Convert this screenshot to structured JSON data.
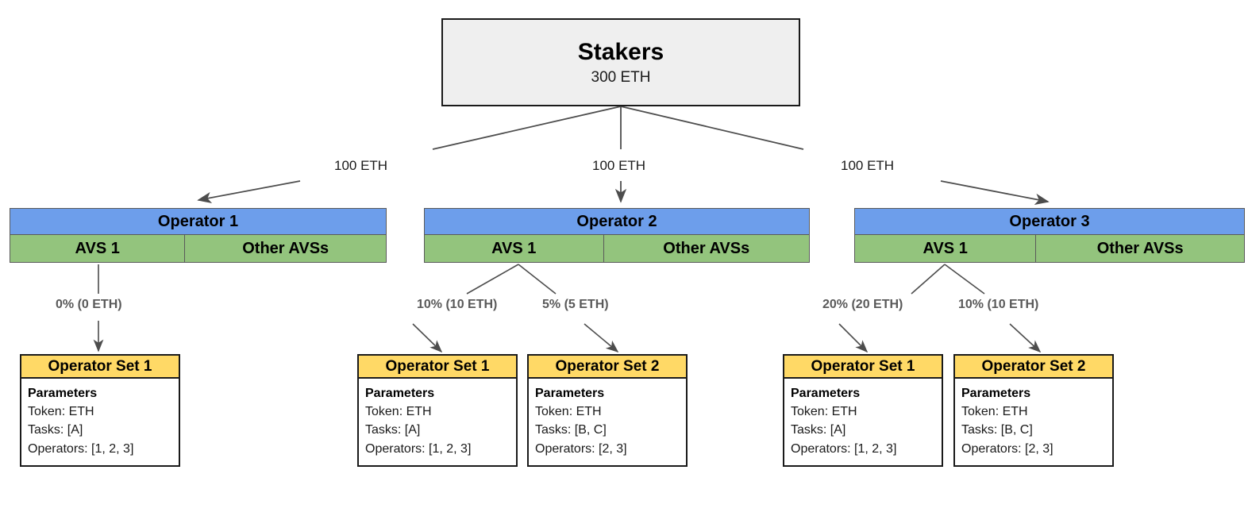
{
  "diagram": {
    "title_node": {
      "label": "Stakers",
      "amount": "300 ETH"
    },
    "stake_edges": [
      {
        "label": "100 ETH"
      },
      {
        "label": "100 ETH"
      },
      {
        "label": "100 ETH"
      }
    ],
    "operators": [
      {
        "name": "Operator 1",
        "avs_primary": "AVS 1",
        "avs_other": "Other AVSs",
        "allocations": [
          {
            "label": "0% (0 ETH)"
          }
        ],
        "operator_sets": [
          {
            "title": "Operator Set 1",
            "params_heading": "Parameters",
            "token": "Token: ETH",
            "tasks": "Tasks: [A]",
            "operators": "Operators: [1, 2, 3]"
          }
        ]
      },
      {
        "name": "Operator 2",
        "avs_primary": "AVS 1",
        "avs_other": "Other AVSs",
        "allocations": [
          {
            "label": "10% (10 ETH)"
          },
          {
            "label": "5% (5 ETH)"
          }
        ],
        "operator_sets": [
          {
            "title": "Operator Set 1",
            "params_heading": "Parameters",
            "token": "Token: ETH",
            "tasks": "Tasks: [A]",
            "operators": "Operators: [1, 2, 3]"
          },
          {
            "title": "Operator Set 2",
            "params_heading": "Parameters",
            "token": "Token: ETH",
            "tasks": "Tasks: [B, C]",
            "operators": "Operators: [2, 3]"
          }
        ]
      },
      {
        "name": "Operator 3",
        "avs_primary": "AVS 1",
        "avs_other": "Other AVSs",
        "allocations": [
          {
            "label": "20% (20 ETH)"
          },
          {
            "label": "10% (10 ETH)"
          }
        ],
        "operator_sets": [
          {
            "title": "Operator Set 1",
            "params_heading": "Parameters",
            "token": "Token: ETH",
            "tasks": "Tasks: [A]",
            "operators": "Operators: [1, 2, 3]"
          },
          {
            "title": "Operator Set 2",
            "params_heading": "Parameters",
            "token": "Token: ETH",
            "tasks": "Tasks: [B, C]",
            "operators": "Operators: [2, 3]"
          }
        ]
      }
    ],
    "colors": {
      "staker_fill": "#EFEFEF",
      "operator_fill": "#6D9EEB",
      "avs_fill": "#93C47D",
      "operator_set_fill": "#FFD966",
      "edge_stroke": "#4d4d4d",
      "alloc_label_color": "#595959"
    }
  }
}
